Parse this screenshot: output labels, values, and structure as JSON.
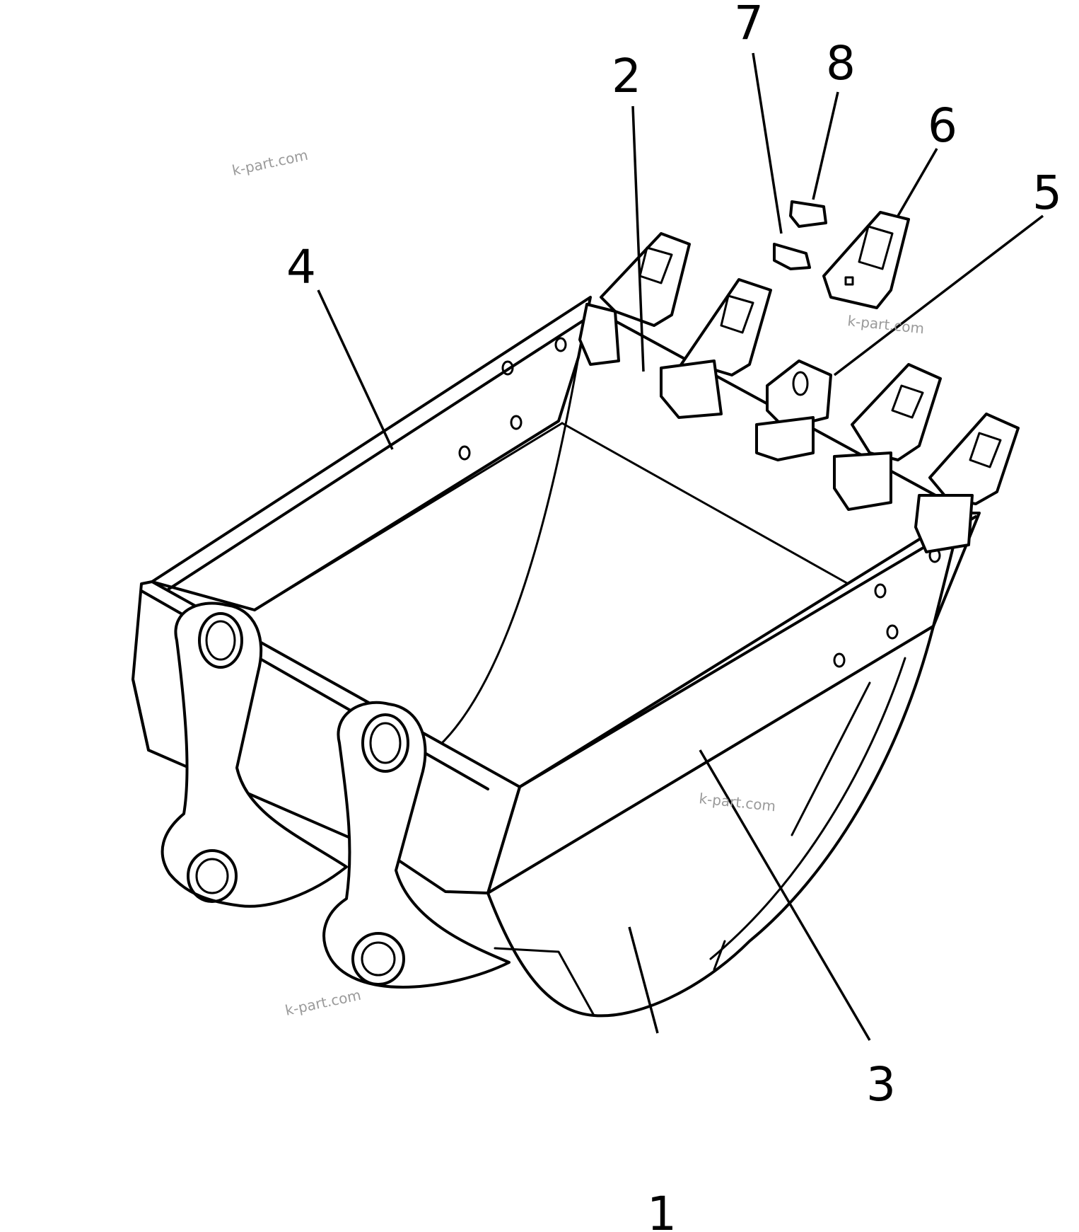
{
  "callouts": [
    {
      "id": "1",
      "label": "1"
    },
    {
      "id": "2",
      "label": "2"
    },
    {
      "id": "3",
      "label": "3"
    },
    {
      "id": "4",
      "label": "4"
    },
    {
      "id": "5",
      "label": "5"
    },
    {
      "id": "6",
      "label": "6"
    },
    {
      "id": "7",
      "label": "7"
    },
    {
      "id": "8",
      "label": "8"
    }
  ],
  "watermark": "k-part.com"
}
